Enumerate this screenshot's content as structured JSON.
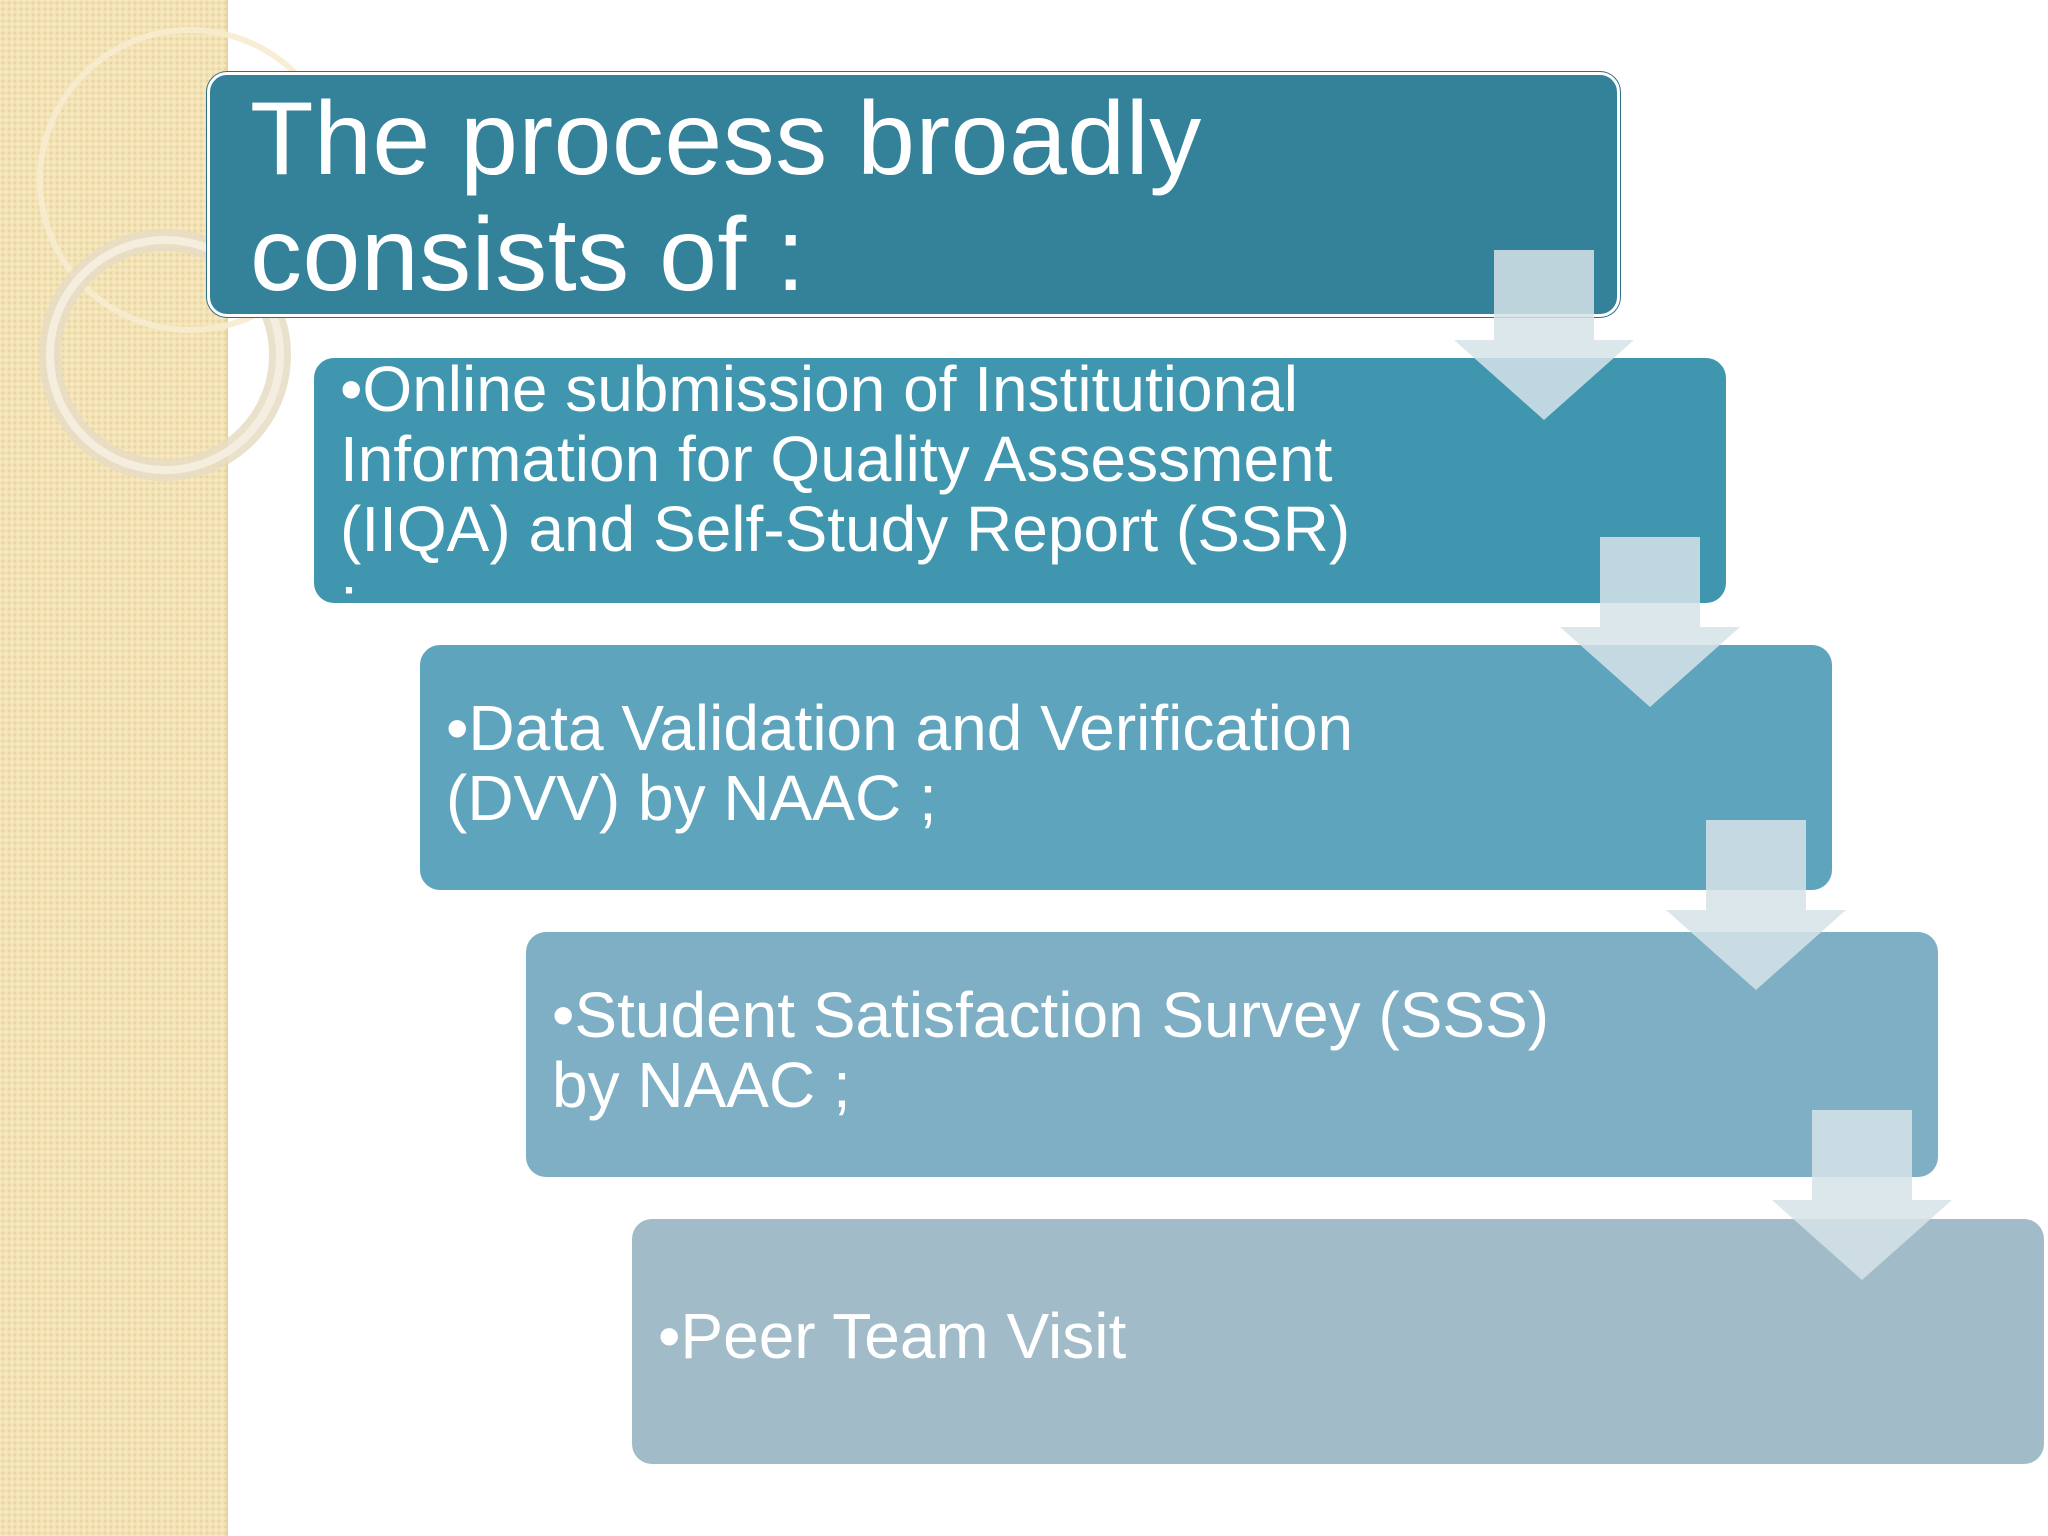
{
  "title": "The process broadly\nconsists of :",
  "steps": [
    {
      "label": "•Online submission of Institutional\nInformation for Quality Assessment\n(IIQA) and Self-Study Report (SSR)\n;"
    },
    {
      "label": "•Data Validation and Verification\n(DVV) by NAAC ;"
    },
    {
      "label": "•Student Satisfaction Survey (SSS)\nby NAAC ;"
    },
    {
      "label": "•Peer Team Visit"
    }
  ],
  "colors": {
    "title_box": "#33829a",
    "step_1": "#4096ae",
    "step_2": "#5ea4bd",
    "step_3": "#7fafc4",
    "step_4": "#a1bcc8",
    "arrow": "#d6e3e9",
    "side_band": "#f3e2b4"
  }
}
